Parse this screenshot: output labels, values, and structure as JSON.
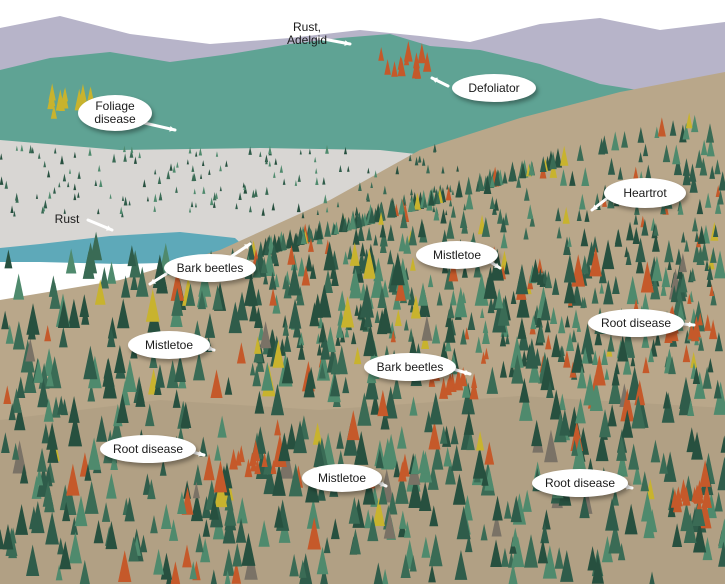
{
  "colors": {
    "sky": "#ffffff",
    "far_mountains": "#b7b4c9",
    "mid_mountains": "#5fa394",
    "meadow": "#d8d6d3",
    "lake": "#5ea9b9",
    "slope": "#b9a78a",
    "slope_dark": "#a8987c",
    "conifer_green": "#2f5c4a",
    "conifer_light": "#4f8a6d",
    "red_attack": "#c5592a",
    "yellow_foliage": "#c8b32e",
    "dead_grey": "#7a7266"
  },
  "labels": [
    {
      "id": "rust-adelgid",
      "text": "Rust,\nAdelgid"
    },
    {
      "id": "defoliator",
      "text": "Defoliator"
    },
    {
      "id": "foliage-disease",
      "text": "Foliage\ndisease"
    },
    {
      "id": "heartrot",
      "text": "Heartrot"
    },
    {
      "id": "rust",
      "text": "Rust"
    },
    {
      "id": "bark-beetles-upper",
      "text": "Bark beetles"
    },
    {
      "id": "mistletoe-upper",
      "text": "Mistletoe"
    },
    {
      "id": "root-disease-right",
      "text": "Root disease"
    },
    {
      "id": "mistletoe-middle",
      "text": "Mistletoe"
    },
    {
      "id": "bark-beetles-lower",
      "text": "Bark beetles"
    },
    {
      "id": "root-disease-left",
      "text": "Root disease"
    },
    {
      "id": "mistletoe-lower",
      "text": "Mistletoe"
    },
    {
      "id": "root-disease-lower",
      "text": "Root disease"
    }
  ]
}
